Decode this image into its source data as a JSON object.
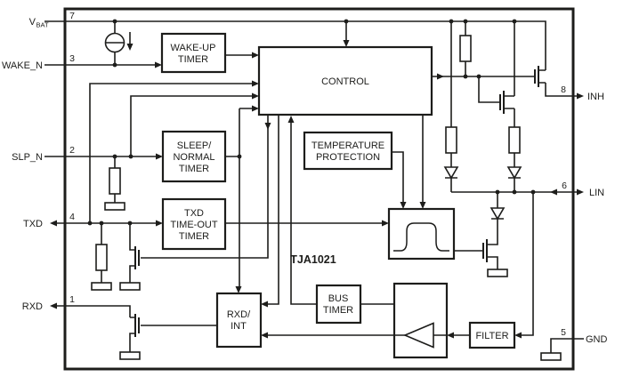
{
  "diagram": {
    "chip_label": "TJA1021",
    "pins": {
      "vbat": {
        "label": "V",
        "subscript": "BAT",
        "number": "7"
      },
      "wake_n": {
        "label": "WAKE_N",
        "number": "3"
      },
      "slp_n": {
        "label": "SLP_N",
        "number": "2"
      },
      "txd": {
        "label": "TXD",
        "number": "4"
      },
      "rxd": {
        "label": "RXD",
        "number": "1"
      },
      "inh": {
        "label": "INH",
        "number": "8"
      },
      "lin": {
        "label": "LIN",
        "number": "6"
      },
      "gnd": {
        "label": "GND",
        "number": "5"
      }
    },
    "blocks": {
      "wake_up_timer": {
        "lines": [
          "WAKE-UP",
          "TIMER"
        ]
      },
      "control": {
        "lines": [
          "CONTROL"
        ]
      },
      "sleep_normal_timer": {
        "lines": [
          "SLEEP/",
          "NORMAL",
          "TIMER"
        ]
      },
      "txd_timeout_timer": {
        "lines": [
          "TXD",
          "TIME-OUT",
          "TIMER"
        ]
      },
      "temperature_protection": {
        "lines": [
          "TEMPERATURE",
          "PROTECTION"
        ]
      },
      "rxd_int": {
        "lines": [
          "RXD/",
          "INT"
        ]
      },
      "bus_timer": {
        "lines": [
          "BUS",
          "TIMER"
        ]
      },
      "filter": {
        "lines": [
          "FILTER"
        ]
      }
    },
    "colors": {
      "ink": "#1d1d1b",
      "background": "#ffffff"
    }
  }
}
